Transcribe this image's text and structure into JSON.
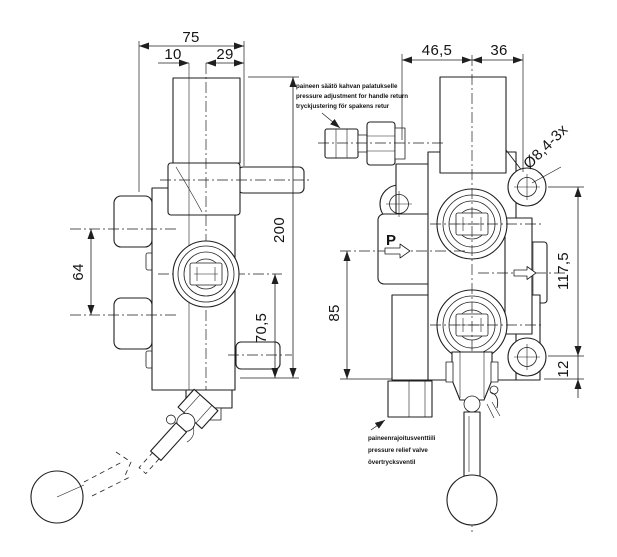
{
  "drawing": {
    "background": "#ffffff",
    "line_color": "#1f1f1f",
    "dimensions": {
      "side": {
        "overall_width": "75",
        "offset_left": "10",
        "offset_right": "29",
        "port_spacing": "64",
        "overall_height": "200",
        "spool_center_height": "70,5"
      },
      "front": {
        "left_width": "46,5",
        "right_width": "36",
        "mount_holes": "Ø8,4-3x",
        "mount_hole_spacing": "117,5",
        "base_offset": "12",
        "inlet_center_height": "85"
      }
    },
    "labels": {
      "pressure_port": "P"
    },
    "annotations": {
      "handle_return": {
        "fi": "paineen säätö kahvan palatukselle",
        "en": "pressure adjustment for handle return",
        "sv": "tryckjustering för spakens retur"
      },
      "relief_valve": {
        "fi": "paineenrajoitusventtiili",
        "en": "pressure relief valve",
        "sv": "övertrycksventil"
      }
    }
  }
}
